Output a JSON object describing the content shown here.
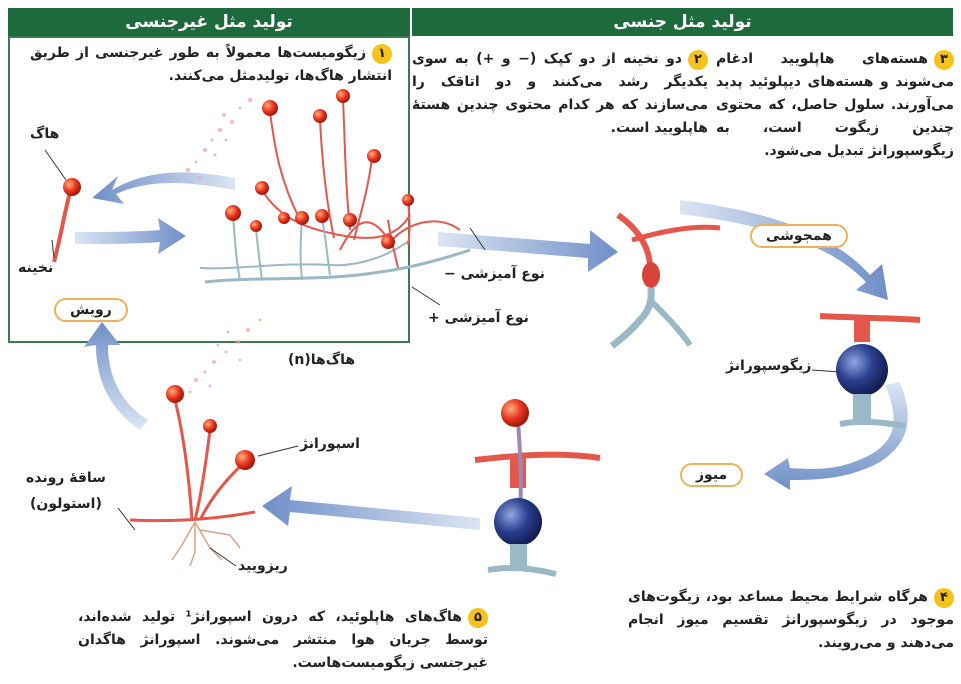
{
  "headers": {
    "asexual": "تولید مثل غیرجنسی",
    "sexual": "تولید مثل جنسی"
  },
  "steps": {
    "s1": {
      "num": "۱",
      "text": "زیگومیست‌ها معمولاً به طور غیرجنسی از طریق انتشار هاگ‌ها، تولیدمثل می‌کنند."
    },
    "s2": {
      "num": "۲",
      "text": "دو نخینه از دو کپک (− و +) به سوی یکدیگر رشد می‌کنند و دو اتاقک را می‌سازند که هر کدام محتوی چندین هستهٔ هاپلویید است."
    },
    "s3": {
      "num": "۳",
      "text": "هسته‌های هاپلویید ادغام می‌شوند و هسته‌های دیپلوئید پدید می‌آورند. سلول حاصل، که محتوی چندین زیگوت است، به زیگوسپورانژ تبدیل می‌شود."
    },
    "s4": {
      "num": "۴",
      "text": "هرگاه شرایط محیط مساعد بود، زیگوت‌های موجود در زیگوسپورانژ تقسیم میوز انجام می‌دهند و می‌رویند."
    },
    "s5": {
      "num": "۵",
      "text": "هاگ‌های هاپلوئید، که درون اسپورانژ¹ تولید شده‌اند، توسط جریان هوا منتشر می‌شوند. اسپورانژ هاگدان غیرجنسی زیگومیست‌هاست."
    }
  },
  "labels": {
    "spore": "هاگ",
    "hypha": "نخینه",
    "mating_minus": "نوع آمیزشی −",
    "mating_plus": "نوع آمیزشی +",
    "spores_n": "هاگ‌ها(n)",
    "germination": "رویش",
    "fusion": "همجوشی",
    "zygosporangium": "زیگوسپورانژ",
    "meiosis": "میوز",
    "sporangium": "اسپورانژ",
    "stolon": "ساقهٔ رونده",
    "stolon_alt": "(استولون)",
    "rhizoid": "ریزویید"
  },
  "colors": {
    "header": "#1d6b3c",
    "arrow": "#6f8fc7",
    "hypha": "#e4574a",
    "spore": "#e8321e",
    "minus_hypha": "#9ab8c6",
    "zygo": "#2a3f8e",
    "pill_border": "#f3b05a"
  }
}
